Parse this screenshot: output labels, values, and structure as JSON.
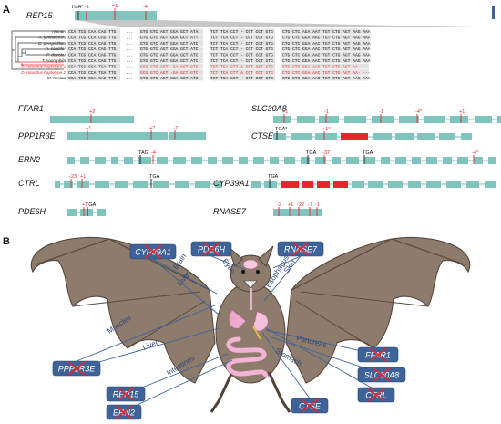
{
  "panel_a_label": "A",
  "panel_b_label": "B",
  "colors": {
    "exon": "#7fc4bd",
    "intron": "#9fd3ce",
    "mutation": "#e8262a",
    "box": "#3d6399",
    "bat": "#8d7b6c"
  },
  "rep15": {
    "name": "REP15",
    "marks": [
      "TGA*",
      "-1",
      "+1",
      "-4"
    ],
    "species": [
      "Human",
      "A. jamaicensis",
      "C. perspicillata",
      "A. caudifer",
      "P. discolor",
      "T. saurophila",
      "D. rotundus haplotype 1",
      "D. rotundus haplotype 2",
      "M. hirsuta"
    ],
    "seq1": [
      "CCA TCG CAA CAG TTG",
      "CCA TCG CCA CAG TTG",
      "CCA TCG CCA CAG TTG",
      "CCA TCG CCA CAG TTG",
      "CCA TCG CCA CAG TTG",
      "CCA TCG CCA CAG TTG",
      "CCA TCG CCA TGA TTG",
      "CCA TCG CCA TGA TTG",
      "CCA TCG CCA CAG TTG"
    ],
    "dots": "...",
    "seq2": [
      "GTG GTC AGT GGA GCT ATA",
      "GTG GTC AGT GGA GCT ATT",
      "GTG GTC AGT GGA GCT ATC",
      "GTG GTC AGT GGA GCT ATC",
      "GTG GTC AGT GGA GCT ATC",
      "GTG GTC AGT GGA GCT ATC",
      "GCG GTC AGT -GA GCT GTC",
      "GCG GTC AGT -GA GCT GTC",
      "GTG GTC AGT GGA GCT ATC"
    ],
    "seq3": [
      "TCT TCA CCT - CCT CCT GTG",
      "TCT TCA CCT - CGT CCT GTG",
      "TCT TCA CCT - CCT CCT GTG",
      "TCT TCA CCT - CCT CCT GTG",
      "TCT TCA CCT - CCT CCT GTG",
      "TCT TCA CCT - CCT CCT GTG",
      "TCT TCA CTT A CCT CCT GTG",
      "TCT TCA CTT A CCT CCT GTG",
      "TCT TCA CCT - CCT CCT GTG"
    ],
    "seq4": [
      "CTG CTC AGA AAT TGT CTG AGT AAG AAA",
      "CTG CTC GGA AAC TGT CTG AGT AAG AAA",
      "CTG CTC GGA AAC TGT CTG AGT AAG AAA",
      "CTG CTC GGA AAC TGT CTG AGT AAG AAA",
      "CTG CTC GGA AAC TGT CTG AGT AAG AAA",
      "CTG CTC GGA AAC TGT CTG AGT AAG AAA",
      "CTG CTC GGA AAC TGT CTG AGT AA- ---",
      "CTG CTC GGA AAC TGT CTG AGT AA- ---",
      "CTG CTC GGA AAC TGT CTG AGT AAG AAA"
    ]
  },
  "genes": {
    "FFAR1": {
      "name": "FFAR1",
      "marks": [
        "+2"
      ]
    },
    "SLC30A8": {
      "name": "SLC30A8",
      "marks": [
        "+1",
        "-1",
        "-1",
        "-4*",
        "+1"
      ]
    },
    "PPP1R3E": {
      "name": "PPP1R3E",
      "marks": [
        "+1",
        "+7",
        "-7"
      ]
    },
    "CTSE": {
      "name": "CTSE",
      "marks": [
        "TGA*",
        "+1*"
      ]
    },
    "ERN2": {
      "name": "ERN2",
      "marks": [
        "TAG",
        "-4",
        "TGA",
        "-37",
        "TGA",
        "-4*"
      ]
    },
    "CTRL": {
      "name": "CTRL",
      "marks": [
        "-23",
        "+1",
        "TGA"
      ]
    },
    "CYP39A1": {
      "name": "CYP39A1",
      "marks": [
        "TGA"
      ]
    },
    "PDE6H": {
      "name": "PDE6H",
      "marks": [
        "+1",
        "TGA"
      ]
    },
    "RNASE7": {
      "name": "RNASE7",
      "marks": [
        "-2",
        "+1",
        "-22",
        "-7",
        "-1"
      ]
    }
  },
  "bat_labels": {
    "CYP39A1": "CYP39A1",
    "PDE6H": "PDE6H",
    "RNASE7": "RNASE7",
    "PPP1R3E": "PPP1R3E",
    "FFAR1": "FFAR1",
    "SLC30A8": "SLC30A8",
    "CTRL": "CTRL",
    "REP15": "REP15",
    "ERN2": "ERN2",
    "CTSE": "CTSE"
  },
  "organs": {
    "brain": "Brain",
    "liver_top": "Liver",
    "eyes": "Eyes",
    "esophagus": "Esophagus",
    "skin": "Skin",
    "muscles": "Muscles",
    "liver_left": "Liver",
    "pancreas": "Pancreas",
    "stomach": "Stomach",
    "intestines": "Intestines"
  }
}
